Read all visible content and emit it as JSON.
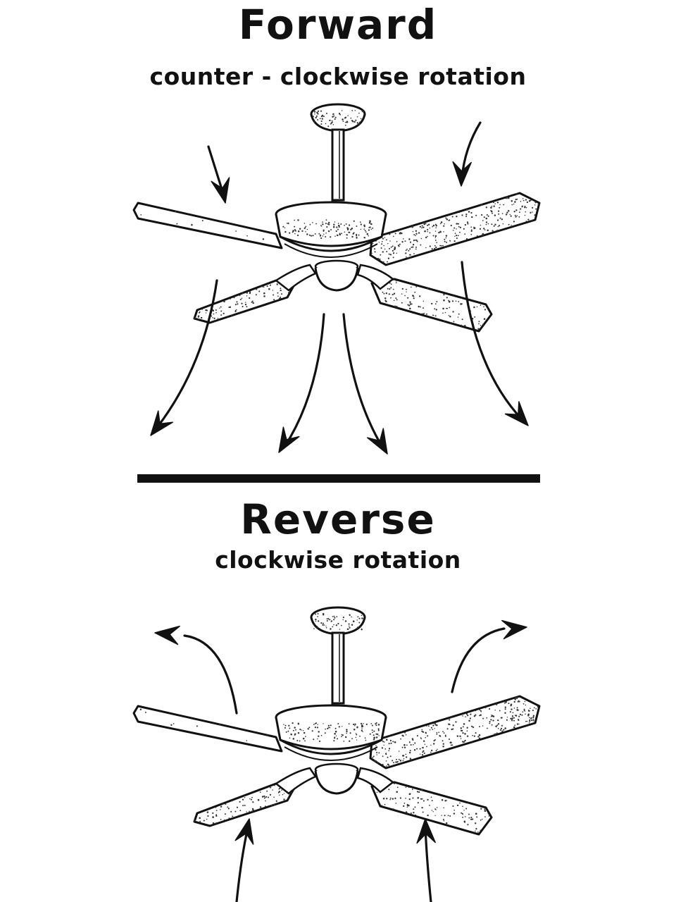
{
  "forward": {
    "title": "Forward",
    "subtitle": "counter - clockwise rotation",
    "airflow": "down"
  },
  "reverse": {
    "title": "Reverse",
    "subtitle": "clockwise rotation",
    "airflow": "up"
  },
  "colors": {
    "ink": "#111111",
    "background": "#ffffff",
    "stipple": "#333333"
  }
}
